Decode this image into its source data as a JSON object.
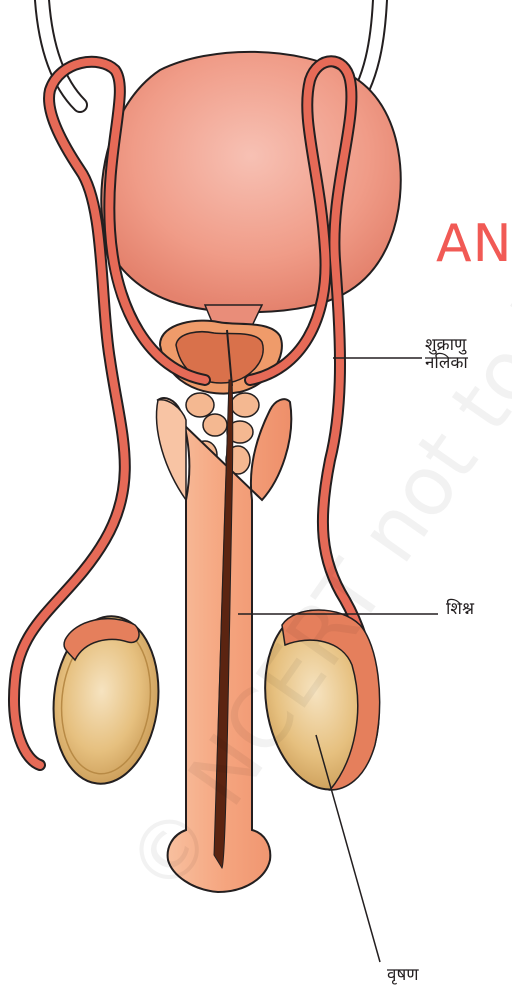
{
  "labels": {
    "vas_deferens_line1": "शुक्राणु",
    "vas_deferens_line2": "नलिका",
    "penis": "शिश्न",
    "testis": "वृषण"
  },
  "watermark": {
    "letters": "AN",
    "text": "© NCERT not to be republished"
  },
  "colors": {
    "organ_pink": "#f2a08f",
    "tube_red": "#e66a57",
    "penis_orange": "#f3a882",
    "testis_tan": "#e9c27a",
    "outline": "#231f20",
    "watermark_red": "#f15a55"
  }
}
